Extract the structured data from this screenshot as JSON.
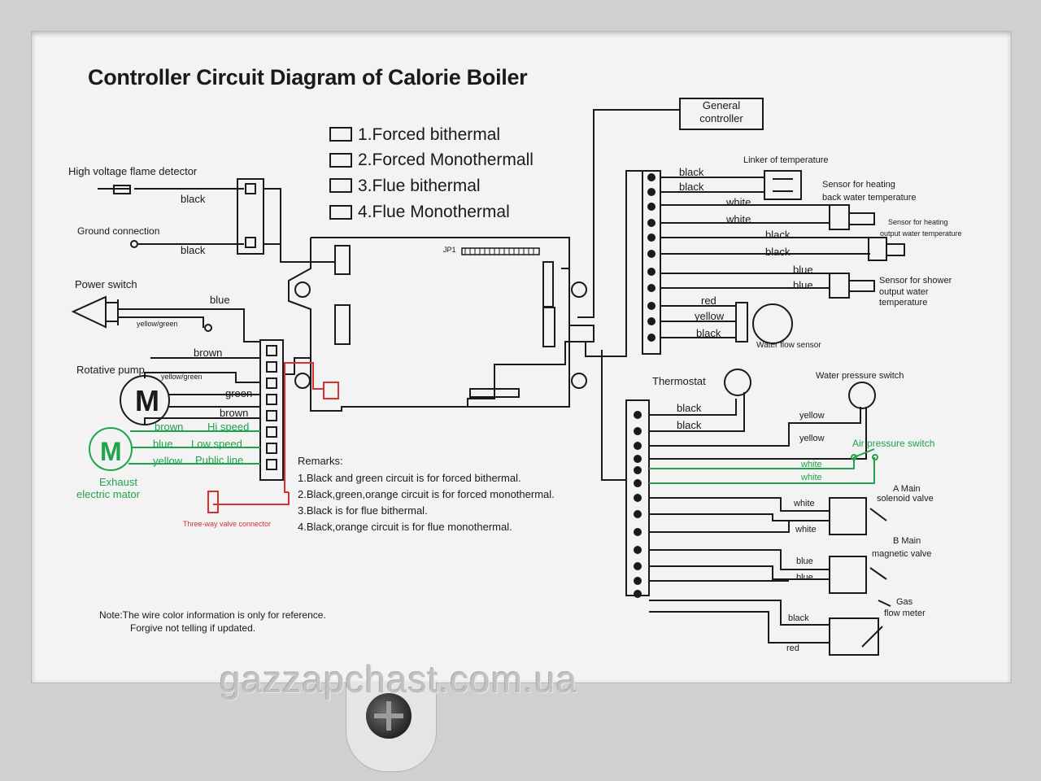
{
  "title": "Controller Circuit Diagram of Calorie Boiler",
  "modes": [
    "1.Forced bithermal",
    "2.Forced Monothermall",
    "3.Flue bithermal",
    "4.Flue Monothermal"
  ],
  "general_controller": [
    "General",
    "controller"
  ],
  "board_label": "JP1",
  "left": {
    "flame_detector": "High voltage  flame detector",
    "ground_connection": "Ground connection",
    "power_switch": "Power switch",
    "rotative_pump": "Rotative pump",
    "exhaust_motor": [
      "Exhaust",
      "electric mator"
    ],
    "three_way": "Three-way valve connector",
    "wires": {
      "black1": "black",
      "black2": "black",
      "blue": "blue",
      "yellow_green1": "yellow/green",
      "brown1": "brown",
      "yellow_green2": "yellow/green",
      "green": "green",
      "brown2": "brown",
      "brown3": "brown",
      "hi_speed": "Hi speed",
      "blue2": "blue",
      "low_speed": "Low speed",
      "yellow": "yellow",
      "public_line": "Public line"
    }
  },
  "right_top": {
    "linker": "Linker of temperature",
    "sensor_heating_back": [
      "Sensor for heating",
      "back water temperature"
    ],
    "sensor_heating_output": [
      "Sensor for heating",
      "output water temperature"
    ],
    "sensor_shower": [
      "Sensor for shower",
      "output water",
      "temperature"
    ],
    "water_flow": "Water flow sensor",
    "wires": [
      "black",
      "black",
      "white",
      "white",
      "black",
      "black",
      "blue",
      "blue",
      "red",
      "yellow",
      "black"
    ]
  },
  "right_bottom": {
    "thermostat": "Thermostat",
    "water_pressure": "Water pressure switch",
    "air_pressure": "Air pressure switch",
    "a_main": [
      "A Main",
      "solenoid valve"
    ],
    "b_main": [
      "B Main",
      "magnetic valve"
    ],
    "gas": [
      "Gas",
      "flow meter"
    ],
    "wires": [
      "black",
      "black",
      "yellow",
      "yellow",
      "white",
      "white",
      "white",
      "white",
      "blue",
      "blue",
      "black",
      "red"
    ]
  },
  "remarks": {
    "heading": "Remarks:",
    "lines": [
      "1.Black and green circuit is for forced bithermal.",
      "2.Black,green,orange circuit is for forced monothermal.",
      "3.Black is for flue bithermal.",
      "4.Black,orange circuit is for flue monothermal."
    ]
  },
  "note": [
    "Note:The wire color information is only for reference.",
    "Forgive not telling if updated."
  ],
  "watermark": "gazzapchast.com.ua",
  "colors": {
    "ink": "#1a1a1a",
    "green": "#1fa34b",
    "red": "#d6312e",
    "label_bg": "#f2f3f2"
  }
}
